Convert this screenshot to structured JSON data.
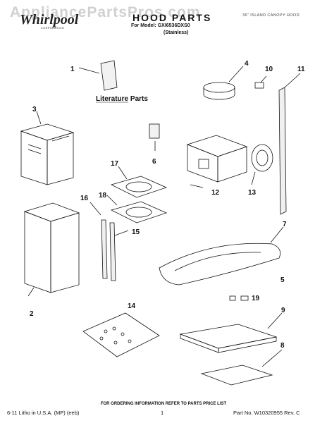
{
  "header": {
    "watermark": "AppliancePartsPros.com",
    "brand": "Whirlpool",
    "brand_sub": "CORPORATION",
    "title": "HOOD PARTS",
    "model": "For Model: GXI6536DXS0",
    "finish": "(Stainless)",
    "range_label": "36\" ISLAND CANOPY HOOD"
  },
  "parts": {
    "literature_label": "Literature Parts",
    "callouts": [
      "1",
      "2",
      "3",
      "4",
      "5",
      "6",
      "7",
      "8",
      "9",
      "10",
      "11",
      "12",
      "13",
      "14",
      "15",
      "16",
      "17",
      "18",
      "19"
    ]
  },
  "footer": {
    "note": "FOR ORDERING INFORMATION REFER TO PARTS PRICE LIST",
    "left": "6-11 Litho in U.S.A. (MP) (eeb)",
    "center": "1",
    "right": "Part No. W10320955 Rev. C"
  }
}
